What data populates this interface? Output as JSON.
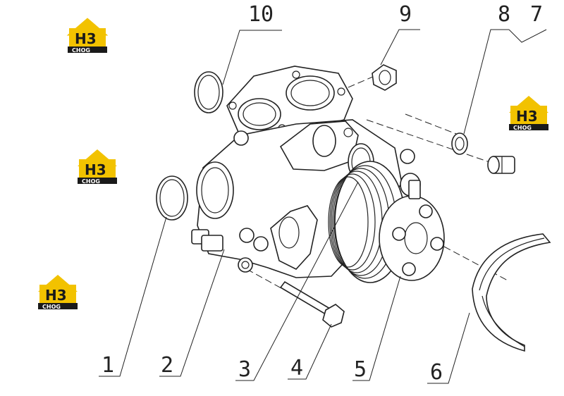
{
  "logo": {
    "mark": "H3",
    "caption": "CHOG",
    "brand_color": "#f2c200",
    "dark_color": "#1a1a1a"
  },
  "callouts": [
    "1",
    "2",
    "3",
    "4",
    "5",
    "6",
    "7",
    "8",
    "9",
    "10"
  ],
  "parts": [
    {
      "id": "1",
      "name": "o-ring-large"
    },
    {
      "id": "2",
      "name": "water-pump-housing"
    },
    {
      "id": "3",
      "name": "o-ring-small"
    },
    {
      "id": "4",
      "name": "bolt"
    },
    {
      "id": "5",
      "name": "pulley-assembly"
    },
    {
      "id": "6",
      "name": "drive-belt"
    },
    {
      "id": "7",
      "name": "plug"
    },
    {
      "id": "8",
      "name": "washer"
    },
    {
      "id": "9",
      "name": "plug-small"
    },
    {
      "id": "10",
      "name": "o-ring-top"
    }
  ]
}
